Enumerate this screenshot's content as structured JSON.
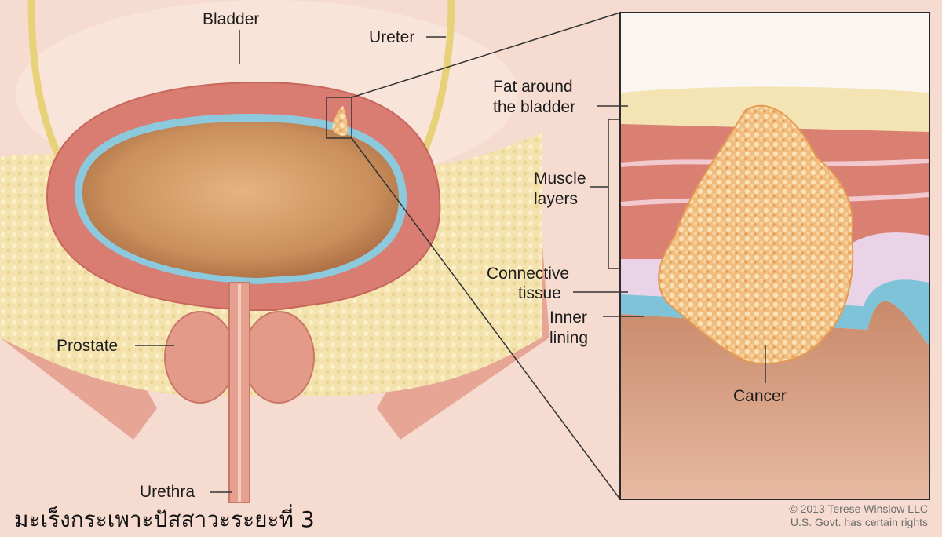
{
  "title": "มะเร็งกระเพาะปัสสาวะระยะที่ 3",
  "labels": {
    "bladder": "Bladder",
    "ureter": "Ureter",
    "fat_around_line1": "Fat around",
    "fat_around_line2": "the bladder",
    "muscle_line1": "Muscle",
    "muscle_line2": "layers",
    "connective_line1": "Connective",
    "connective_line2": "tissue",
    "inner_line1": "Inner",
    "inner_line2": "lining",
    "cancer": "Cancer",
    "prostate": "Prostate",
    "urethra": "Urethra"
  },
  "credit": {
    "line1": "© 2013 Terese Winslow LLC",
    "line2": "U.S. Govt. has certain rights"
  },
  "colors": {
    "background": "#f6dcd0",
    "fat": "#f3e2ad",
    "muscle": "#d97d72",
    "lining": "#8cc9dc",
    "lumen": "#cf9a68",
    "tumor": "#f2c083"
  }
}
